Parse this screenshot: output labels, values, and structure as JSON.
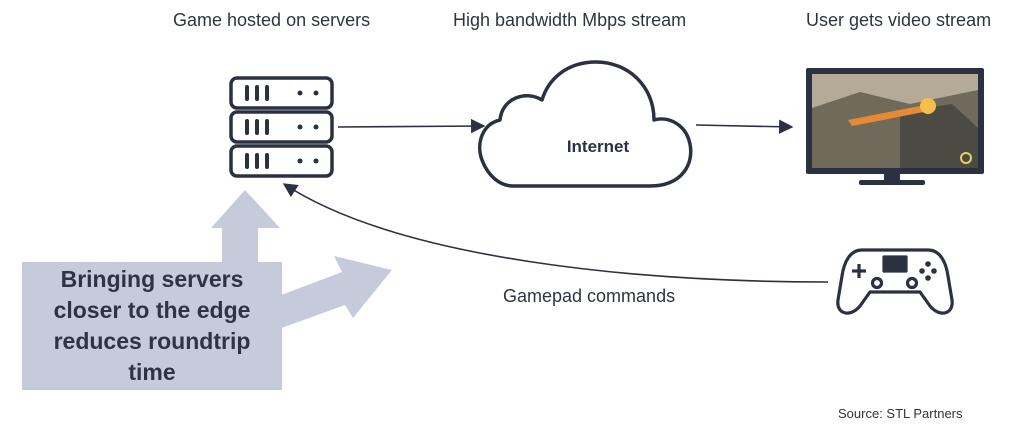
{
  "labels": {
    "servers": "Game hosted on servers",
    "stream": "High bandwidth Mbps stream",
    "user": "User gets video stream",
    "gamepad": "Gamepad commands"
  },
  "cloud_label": "Internet",
  "callout_lines": [
    "Bringing servers",
    "closer to the edge",
    "reduces roundtrip",
    "time"
  ],
  "source": "Source: STL Partners",
  "icons": [
    "server-rack-icon",
    "cloud-icon",
    "tv-monitor-icon",
    "gamepad-icon"
  ],
  "colors": {
    "ink": "#2b3140",
    "callout_bg": "#c6cbdb",
    "callout_arrow": "#c6cbdb",
    "screen": "#8a8270"
  }
}
